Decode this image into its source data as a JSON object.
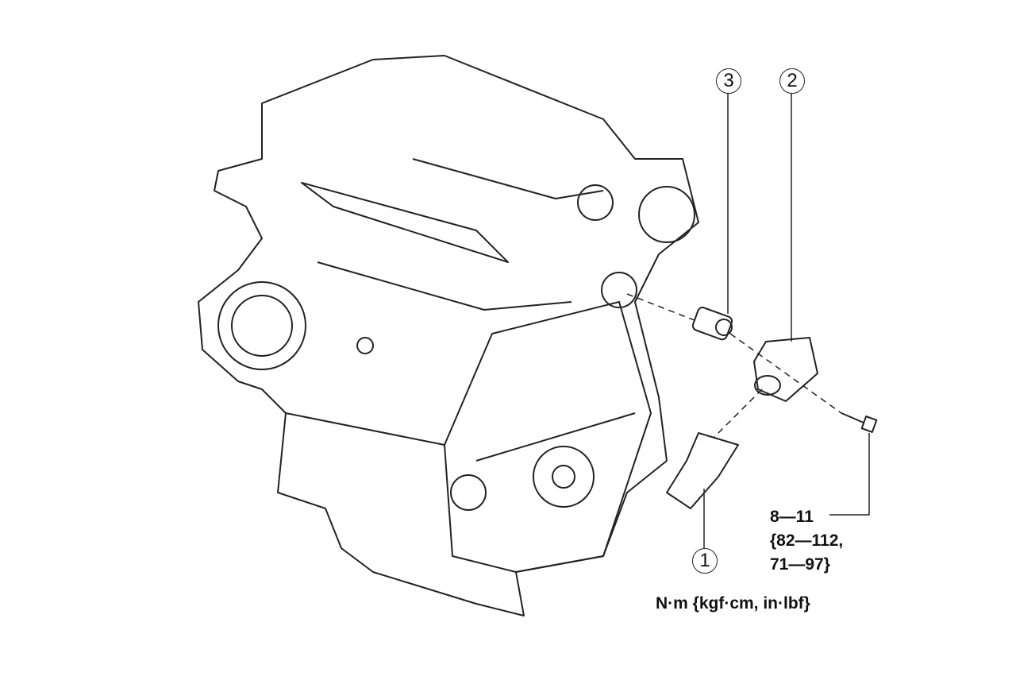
{
  "callouts": {
    "thermostat": "3",
    "thermostat_housing": "2",
    "water_inlet_pipe": "1"
  },
  "torque": {
    "nm": "8—11",
    "kgf_cm": "{82—112,",
    "in_lbf": "71—97}"
  },
  "unit_label": "N·m {kgf·cm, in·lbf}"
}
